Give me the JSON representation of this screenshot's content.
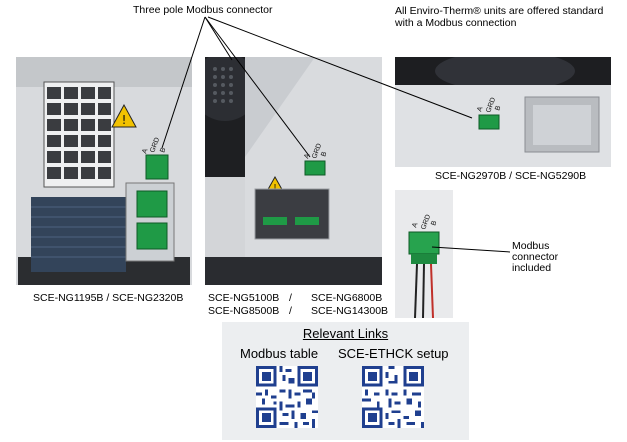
{
  "callout_connector": "Three pole Modbus connector",
  "standard_note_line1": "All Enviro-Therm® units are offered standard",
  "standard_note_line2": "with a Modbus connection",
  "units": {
    "left": "SCE-NG1195B / SCE-NG2320B",
    "middle_line1_a": "SCE-NG5100B",
    "middle_line1_sep": "/",
    "middle_line1_b": "SCE-NG6800B",
    "middle_line2_a": "SCE-NG8500B",
    "middle_line2_sep": "/",
    "middle_line2_b": "SCE-NG14300B",
    "right": "SCE-NG2970B / SCE-NG5290B"
  },
  "pin_labels": {
    "a": "A",
    "grd": "GRD",
    "b": "B"
  },
  "connector_note": [
    "Modbus",
    "connector",
    "included"
  ],
  "links": {
    "heading": "Relevant Links",
    "modbus_table": "Modbus table",
    "ethck_setup": "SCE-ETHCK setup"
  },
  "colors": {
    "panel": "#d9dbde",
    "connector_green": "#22a04a",
    "qr_blue": "#1f3f8f",
    "links_bg": "#eceef0"
  }
}
